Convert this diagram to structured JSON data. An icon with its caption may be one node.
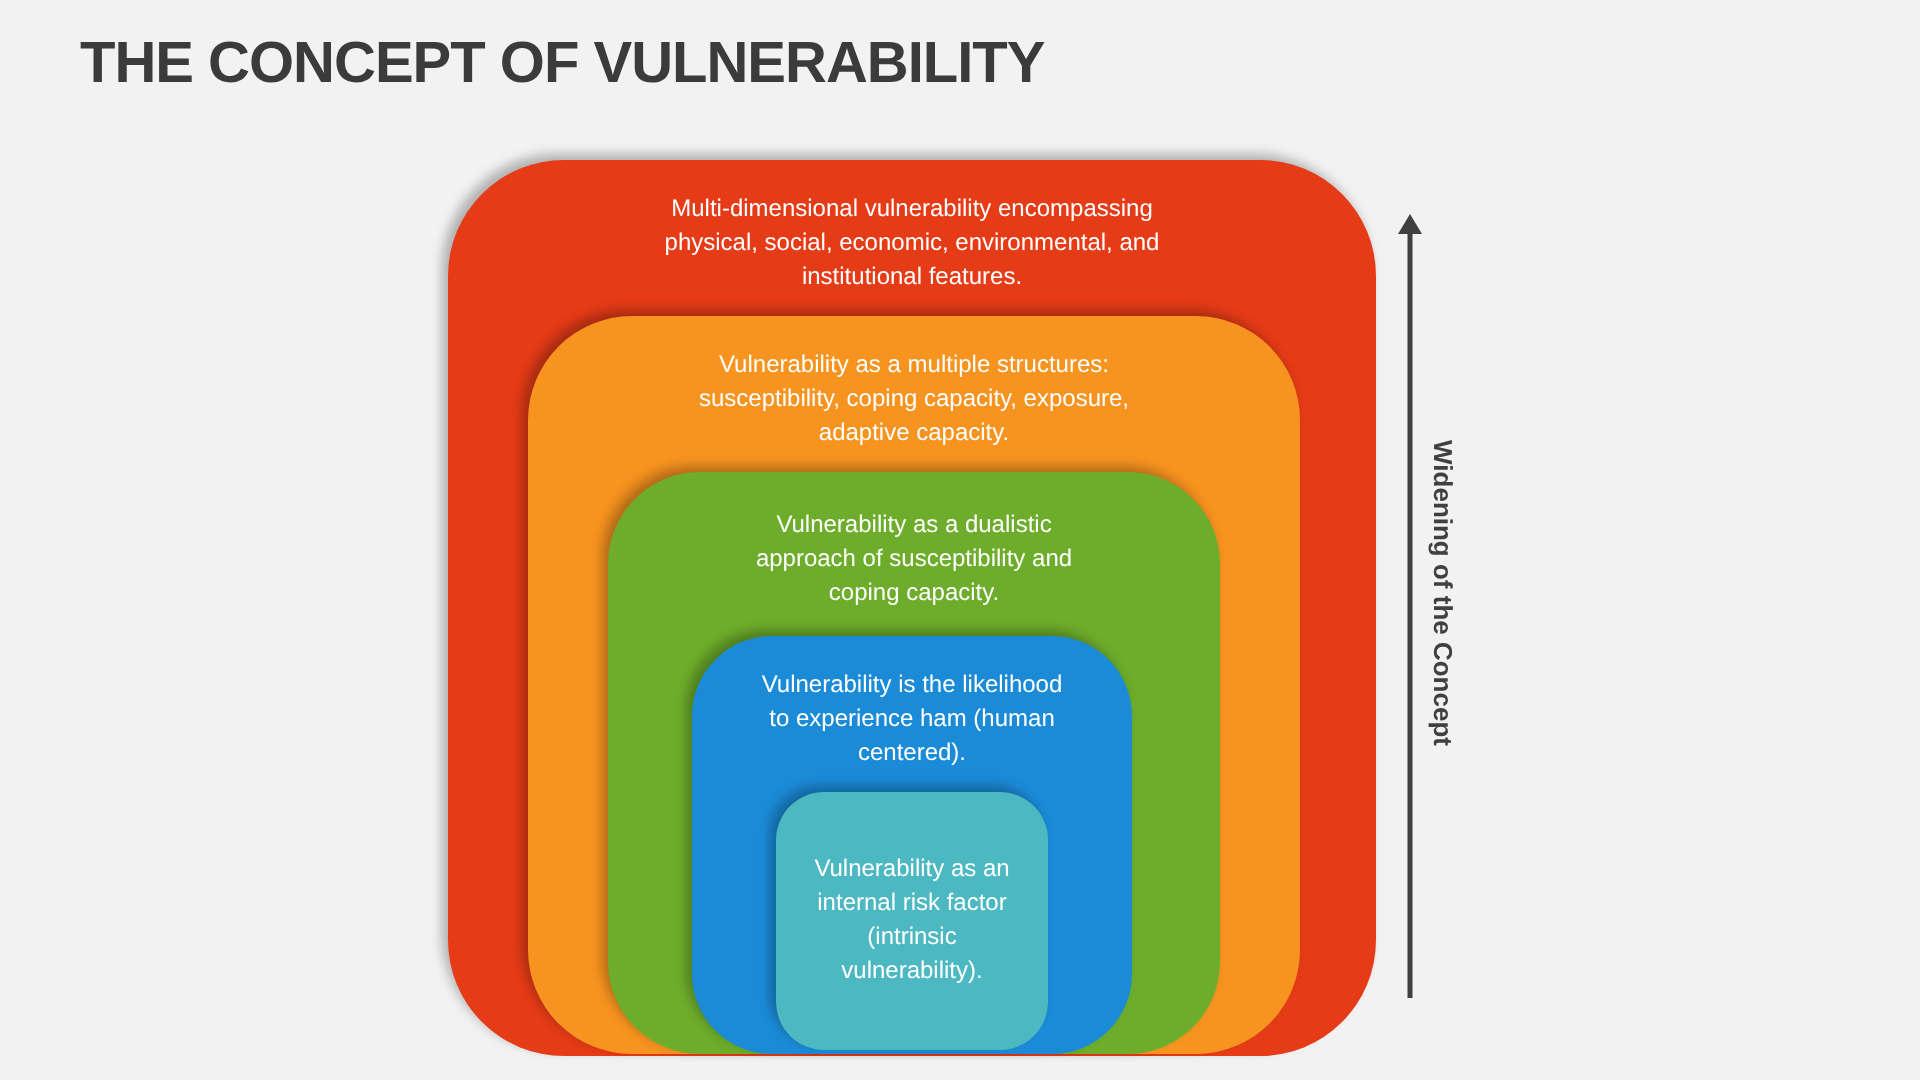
{
  "diagram": {
    "title": "THE CONCEPT OF VULNERABILITY",
    "nodes": [
      {
        "text": [
          "Multi-dimensional vulnerability encompassing physical, social, economic, environmental, and institutional features."
        ]
      },
      {
        "text": [
          "Vulnerability as a multiple structures: susceptibility, coping capacity, exposure, adaptive capacity."
        ],
        "in": 0
      },
      {
        "text": [
          "Vulnerability as a dualistic approach of susceptibility and coping capacity."
        ],
        "in": 1
      },
      {
        "text": [
          "Vulnerability is the likelihood to experience ham (human centered)."
        ],
        "in": 2
      },
      {
        "text": [
          "Vulnerability as an internal risk factor (intrinsic vulnerability)."
        ],
        "in": 3
      }
    ],
    "labels": [
      "Widening of the Concept"
    ]
  }
}
